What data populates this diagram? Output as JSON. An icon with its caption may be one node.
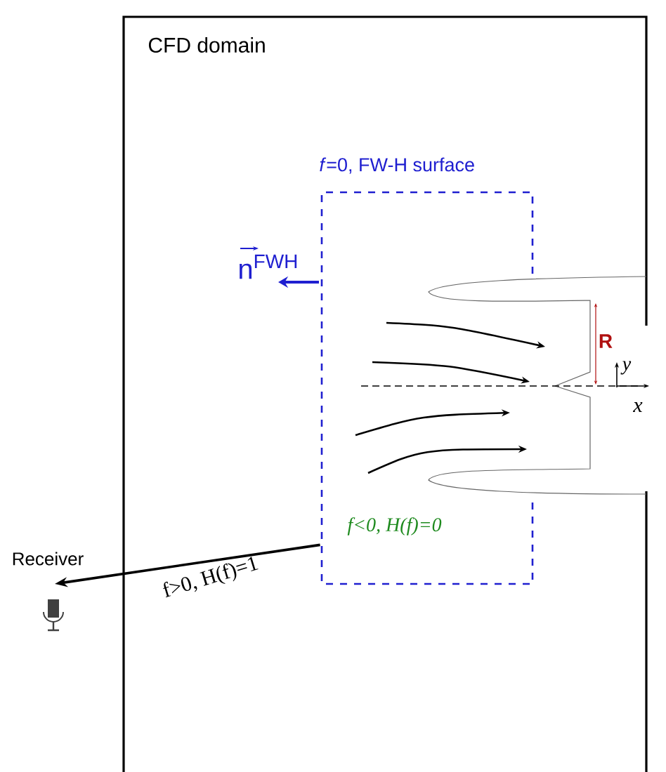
{
  "diagram": {
    "nodes": [
      {
        "text": [
          "CFD domain"
        ]
      },
      {
        "text": [
          "*f*=0, FW-H surface",
          "f<0, H(f)=0"
        ],
        "in": 0
      },
      {
        "text": [
          "Receiver"
        ]
      }
    ],
    "edges": [
      {
        "from": 1,
        "to": 2,
        "arrow": "to",
        "label": "f>0, H(f)=1"
      }
    ],
    "labels": [
      "n$^{FWH}$",
      "R",
      "y",
      "x"
    ]
  }
}
